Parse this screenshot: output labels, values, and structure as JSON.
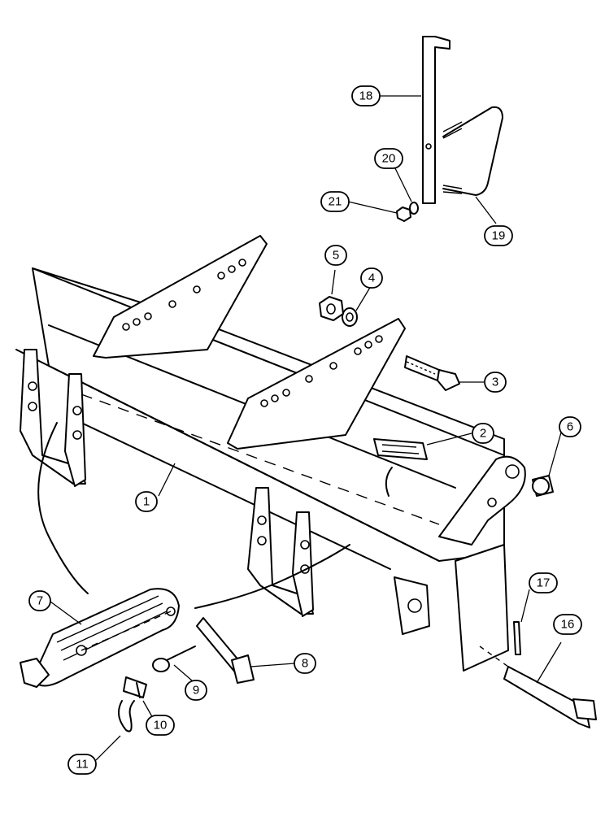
{
  "diagram": {
    "type": "exploded-parts-view",
    "callouts": [
      {
        "id": "c1",
        "label": "1"
      },
      {
        "id": "c2",
        "label": "2"
      },
      {
        "id": "c3",
        "label": "3"
      },
      {
        "id": "c4",
        "label": "4"
      },
      {
        "id": "c5",
        "label": "5"
      },
      {
        "id": "c6",
        "label": "6"
      },
      {
        "id": "c7",
        "label": "7"
      },
      {
        "id": "c8",
        "label": "8"
      },
      {
        "id": "c9",
        "label": "9"
      },
      {
        "id": "c10",
        "label": "10"
      },
      {
        "id": "c11",
        "label": "11"
      },
      {
        "id": "c16",
        "label": "16"
      },
      {
        "id": "c17",
        "label": "17"
      },
      {
        "id": "c18",
        "label": "18"
      },
      {
        "id": "c19",
        "label": "19"
      },
      {
        "id": "c20",
        "label": "20"
      },
      {
        "id": "c21",
        "label": "21"
      }
    ]
  }
}
